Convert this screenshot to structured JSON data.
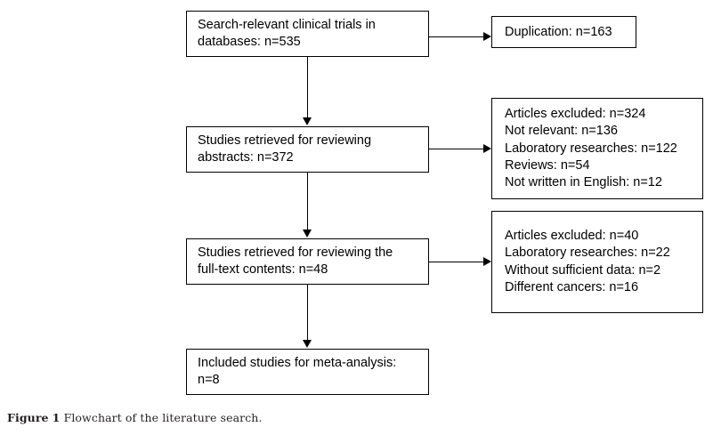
{
  "figure": {
    "caption_label": "Figure",
    "caption_number": "1",
    "caption_text": "Flowchart of the literature search.",
    "type": "flowchart",
    "title": "Flowchart of the literature search"
  },
  "colors": {
    "box_border": "#000000",
    "connector": "#000000",
    "background": "#ffffff",
    "text": "#000000",
    "caption_text": "#231f20"
  },
  "flow": {
    "main_nodes": [
      {
        "id": "search",
        "text": "Search-relevant clinical trials in\ndatabases: n=535",
        "count": 535
      },
      {
        "id": "abstracts",
        "text": "Studies retrieved for reviewing\nabstracts: n=372",
        "count": 372
      },
      {
        "id": "fulltext",
        "text": "Studies retrieved for reviewing the\nfull-text contents: n=48",
        "count": 48
      },
      {
        "id": "included",
        "text": "Included studies for meta-analysis:\nn=8",
        "count": 8
      }
    ],
    "side_nodes": [
      {
        "id": "duplication",
        "text": "Duplication: n=163",
        "count": 163
      },
      {
        "id": "excluded-abstracts",
        "text": "Articles excluded: n=324\nNot relevant: n=136\nLaboratory researches: n=122\nReviews: n=54\nNot written in English: n=12",
        "count": 324
      },
      {
        "id": "excluded-fulltext",
        "text": "Articles excluded: n=40\nLaboratory researches: n=22\nWithout sufficient data: n=2\nDifferent cancers: n=16",
        "count": 40
      }
    ]
  }
}
